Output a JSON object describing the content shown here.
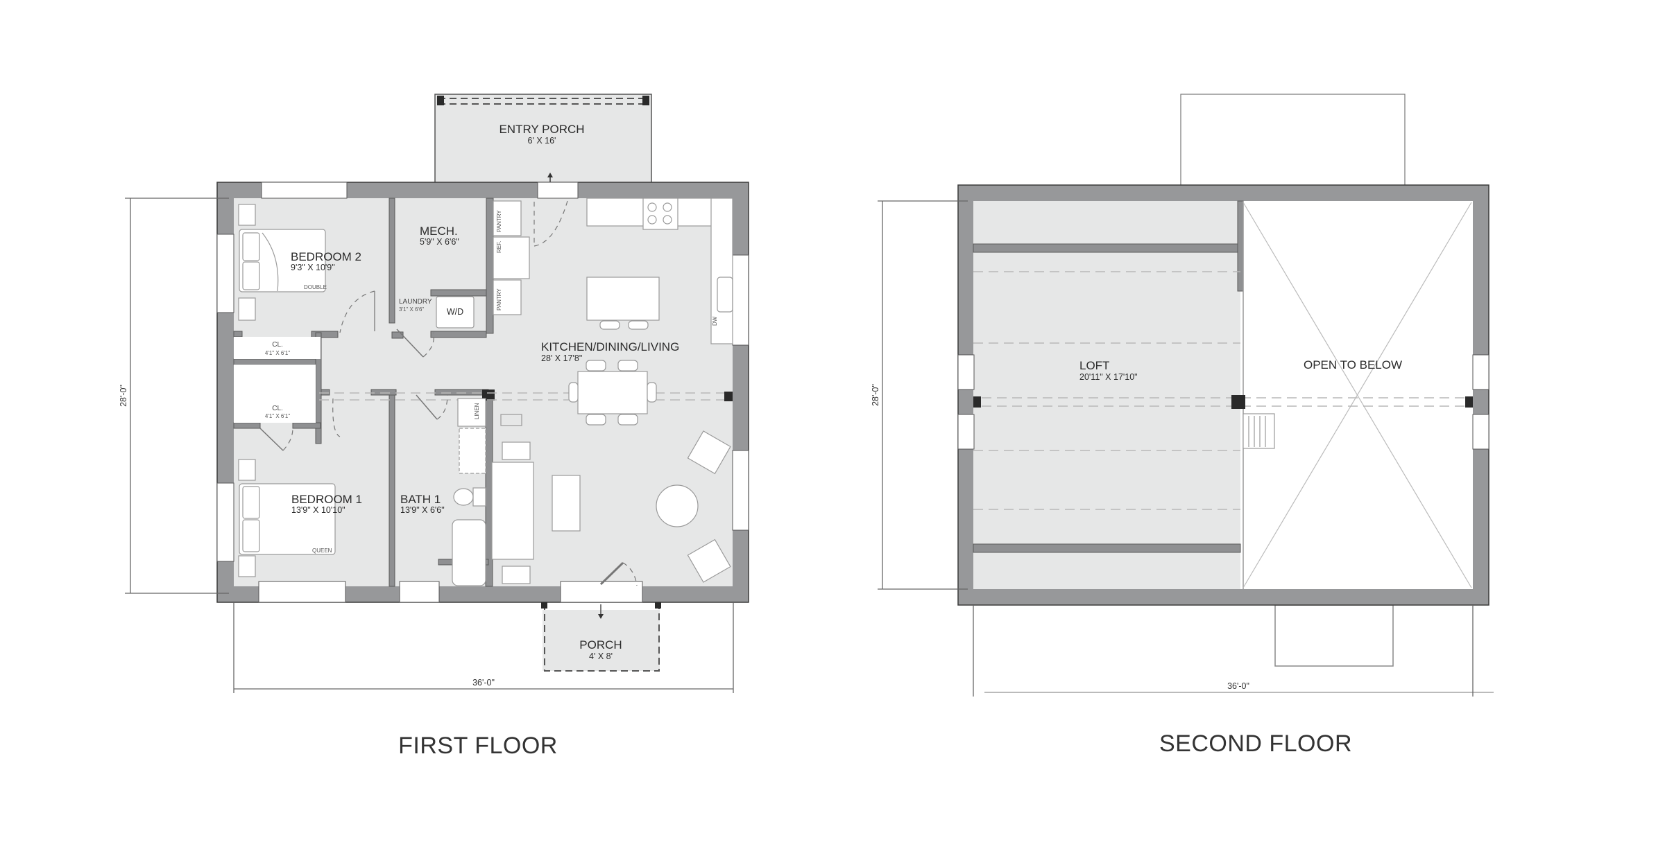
{
  "first_floor": {
    "title": "FIRST FLOOR",
    "width_dim": "36'-0\"",
    "depth_dim": "28'-0\"",
    "rooms": {
      "entry_porch": {
        "name": "ENTRY PORCH",
        "size": "6' X 16'"
      },
      "bedroom2": {
        "name": "BEDROOM 2",
        "size": "9'3\" X 10'9\"",
        "bed": "DOUBLE"
      },
      "mech": {
        "name": "MECH.",
        "size": "5'9\" X 6'6\""
      },
      "laundry": {
        "name": "LAUNDRY",
        "size": "3'1\" X 6'6\"",
        "appliance": "W/D"
      },
      "closet_upper": {
        "name": "CL.",
        "size": "4'1\" X 6'1\""
      },
      "closet_lower": {
        "name": "CL.",
        "size": "4'1\" X 6'1\""
      },
      "kitchen": {
        "name": "KITCHEN/DINING/LIVING",
        "size": "28' X 17'8\""
      },
      "bedroom1": {
        "name": "BEDROOM 1",
        "size": "13'9\" X 10'10\"",
        "bed": "QUEEN"
      },
      "bath1": {
        "name": "BATH 1",
        "size": "13'9\" X 6'6\""
      },
      "porch": {
        "name": "PORCH",
        "size": "4' X 8'"
      }
    },
    "fixtures": {
      "pantry_top": "PANTRY",
      "ref": "REF.",
      "pantry_bottom": "PANTRY",
      "dw": "DW",
      "linen": "LINEN"
    }
  },
  "second_floor": {
    "title": "SECOND FLOOR",
    "width_dim": "36'-0\"",
    "depth_dim": "28'-0\"",
    "rooms": {
      "loft": {
        "name": "LOFT",
        "size": "20'11\" X 17'10\""
      },
      "open": {
        "name": "OPEN TO BELOW"
      }
    }
  },
  "colors": {
    "wall": "#97989a",
    "floor": "#e6e7e7",
    "post": "#2a2a2a",
    "background": "#ffffff"
  }
}
